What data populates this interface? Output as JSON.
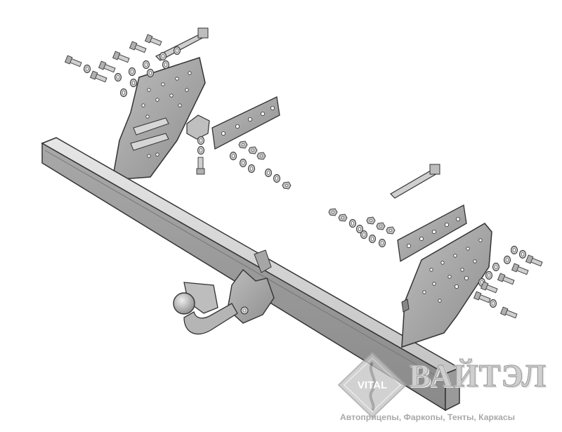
{
  "logo": {
    "emblem_text": "VITAL",
    "brand_name": "ВАЙТЭЛ",
    "tagline": "Автоприцепы, Фаркопы, Тенты, Каркасы"
  },
  "colors": {
    "background": "#ffffff",
    "metal_light": "#d9d9d9",
    "metal_mid": "#b8b8b8",
    "metal_dark": "#8c8c8c",
    "outline": "#3a3a3a",
    "logo_gray": "#c8c8c8"
  },
  "icons": [
    "tow-bar-assembly-drawing",
    "vital-emblem-icon"
  ]
}
